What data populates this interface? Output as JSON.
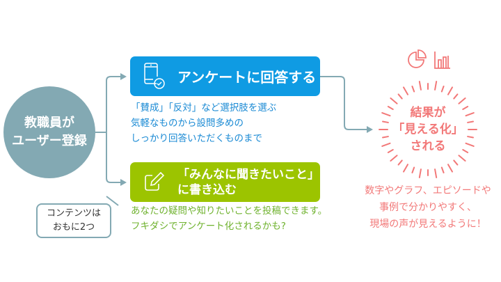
{
  "start": {
    "lines": [
      "教職員が",
      "ユーザー登録"
    ]
  },
  "survey": {
    "title": "アンケートに回答する",
    "icon": "smartphone-check-icon",
    "description": [
      "「賛成」「反対」など選択肢を選ぶ",
      "気軽なものから設問多めの",
      "しっかり回答いただくものまで"
    ]
  },
  "question": {
    "title": [
      "「みんなに聞きたいこと」",
      "に書き込む"
    ],
    "icon": "pencil-edit-icon",
    "description": [
      "あなたの疑問や知りたいことを投稿できます。",
      "フキダシでアンケート化されるかも?"
    ]
  },
  "note": {
    "lines": [
      "コンテンツは",
      "おもに2つ"
    ]
  },
  "result": {
    "lines": [
      "結果が",
      "「見える化」",
      "される"
    ],
    "icons": [
      "pie-chart-icon",
      "bar-chart-icon"
    ],
    "description": [
      "数字やグラフ、エピソードや",
      "事例で分かりやすく、",
      "現場の声が見えるように！"
    ]
  },
  "colors": {
    "teal": "#83a9b3",
    "blue": "#0f9be3",
    "green": "#9cc400",
    "coral": "#f27878"
  }
}
